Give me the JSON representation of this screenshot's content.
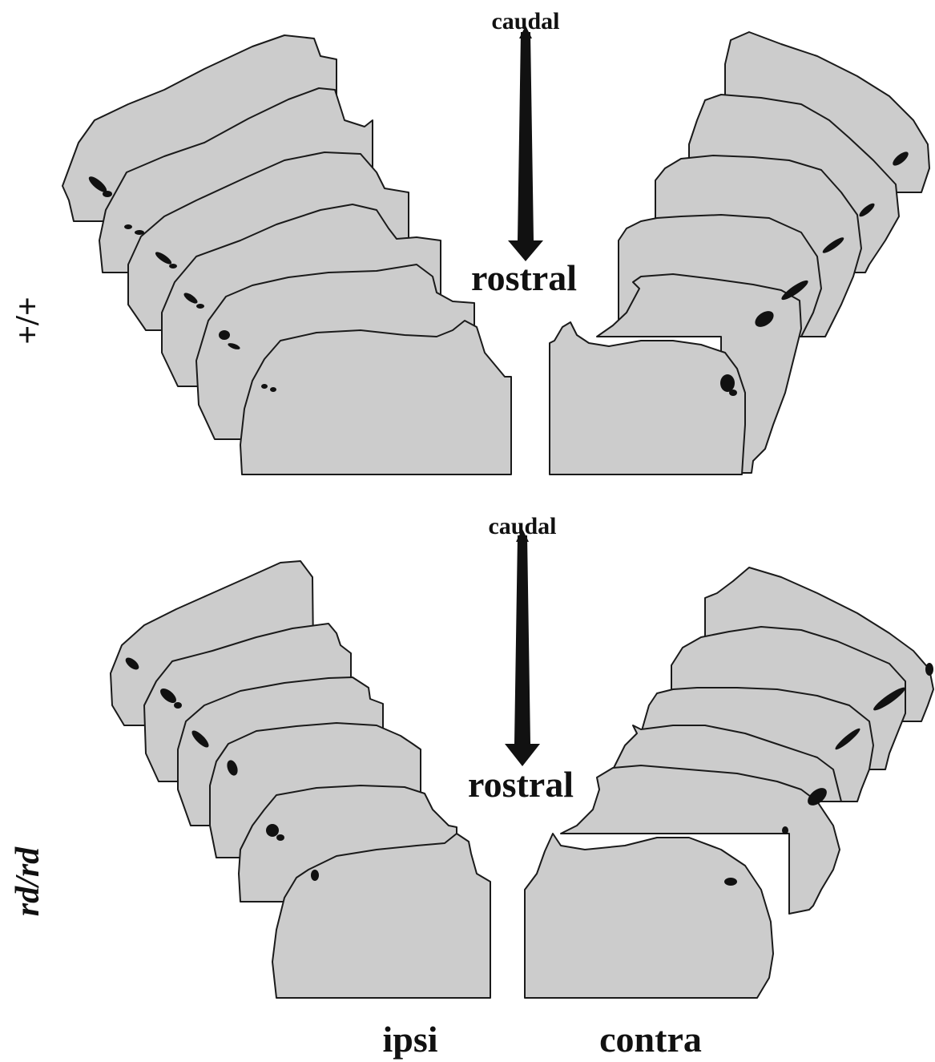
{
  "panels": [
    {
      "id": "wildtype",
      "genotype": "+/+",
      "top_label": "caudal",
      "bottom_label": "rostral"
    },
    {
      "id": "mutant",
      "genotype": "rd/rd",
      "top_label": "caudal",
      "bottom_label": "rostral"
    }
  ],
  "columns": {
    "left": "ipsi",
    "right": "contra"
  },
  "colors": {
    "section_fill": "#cccccc",
    "outline": "#1a1a1a",
    "label_patch": "#111111"
  }
}
